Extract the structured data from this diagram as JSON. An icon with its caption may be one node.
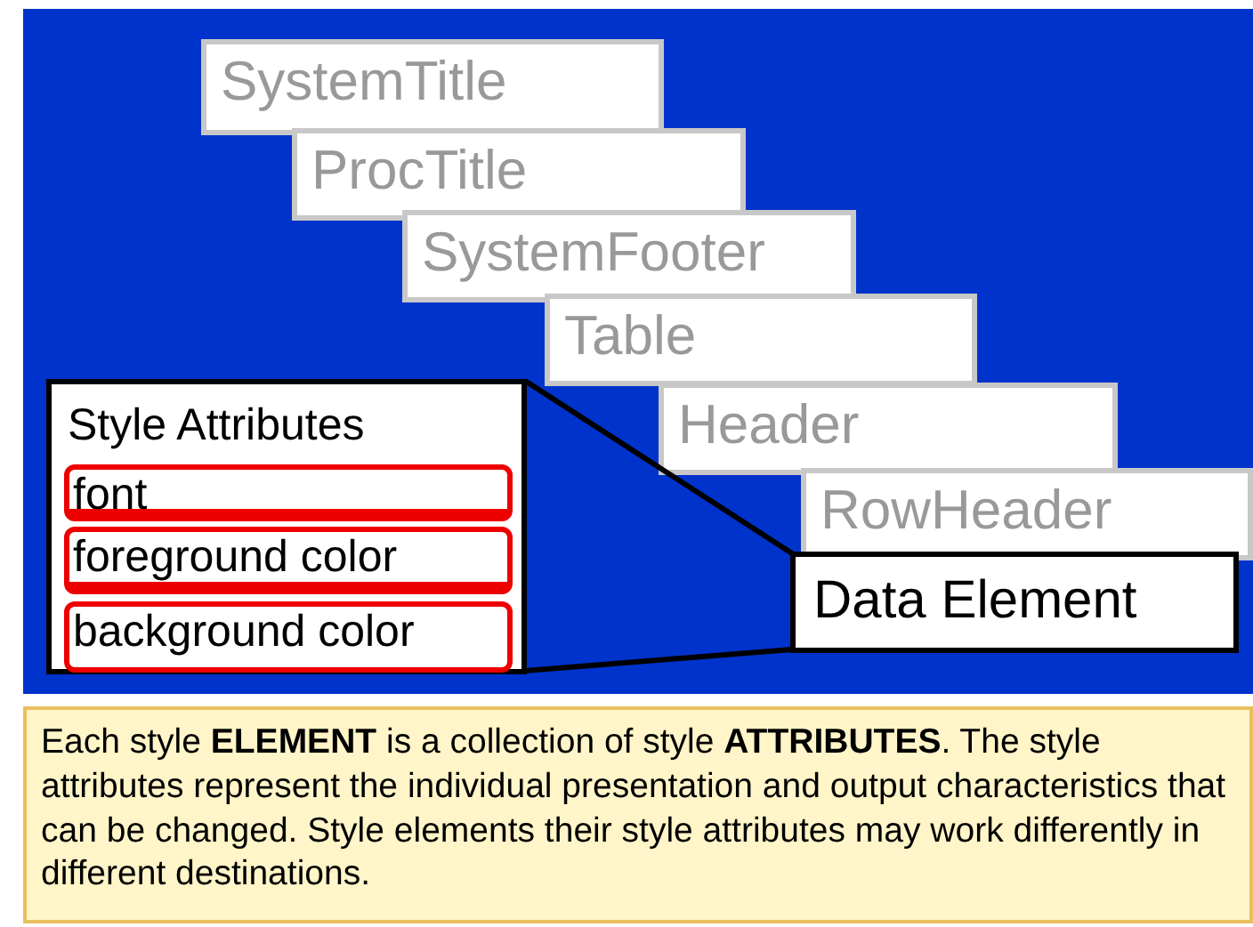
{
  "diagram": {
    "nodes": [
      {
        "text": [
          "SystemTitle"
        ]
      },
      {
        "text": [
          "ProcTitle"
        ]
      },
      {
        "text": [
          "SystemFooter"
        ]
      },
      {
        "text": [
          "Table"
        ]
      },
      {
        "text": [
          "Header"
        ]
      },
      {
        "text": [
          "RowHeader"
        ]
      },
      {
        "text": [
          "Style Attributes"
        ]
      },
      {
        "text": [
          "font"
        ],
        "in": 6
      },
      {
        "text": [
          "foreground color"
        ],
        "in": 6
      },
      {
        "text": [
          "background color"
        ],
        "in": 6
      },
      {
        "text": [
          "Data Element"
        ]
      }
    ],
    "edges": [
      {
        "from": 6,
        "to": 10,
        "arrow": "none"
      },
      {
        "from": 6,
        "to": 10,
        "arrow": "none"
      }
    ],
    "caption": "Each style **ELEMENT** is a collection of style **ATTRIBUTES**. The style attributes represent the individual presentation and output characteristics that can be changed. Style elements their style attributes may work differently in different destinations."
  }
}
